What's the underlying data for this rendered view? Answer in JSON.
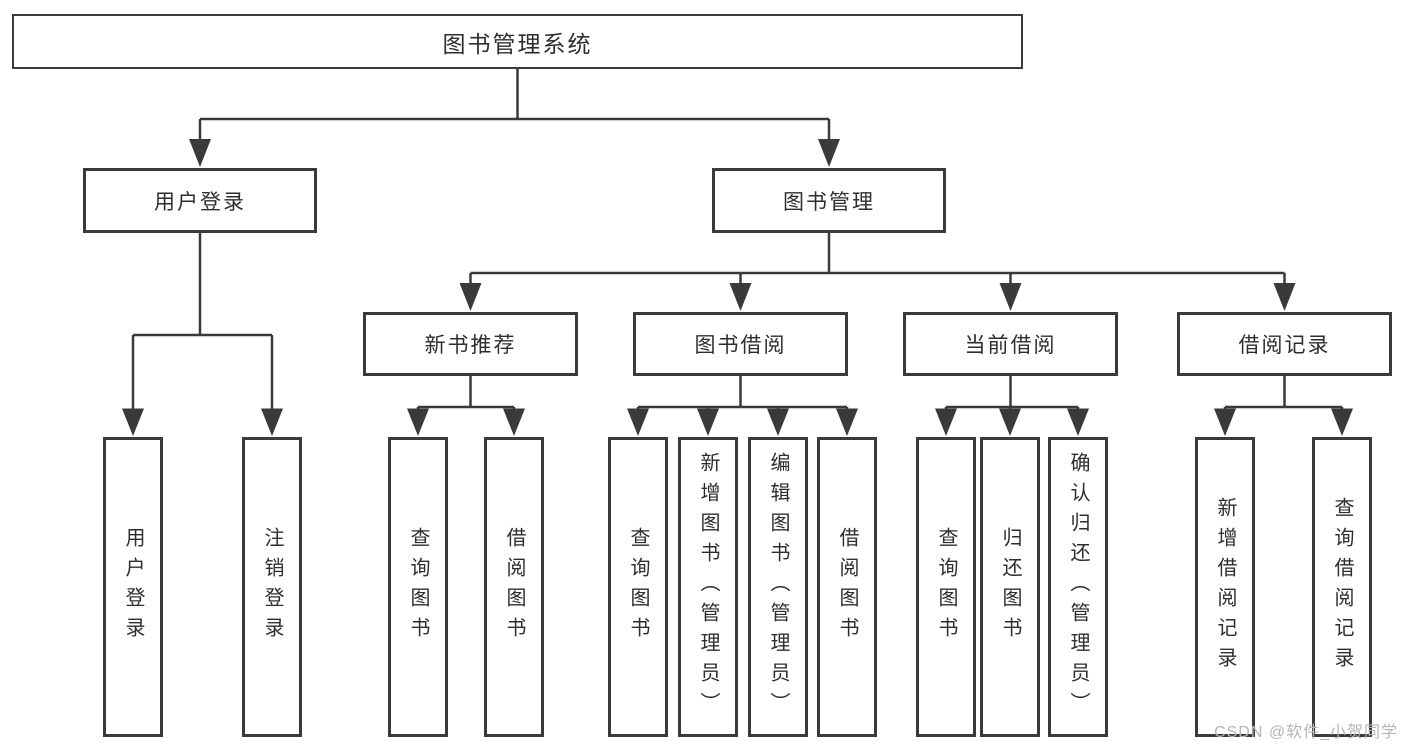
{
  "diagram": {
    "title_node": {
      "label": "图书管理系统"
    },
    "line_color": "#3a3a3a",
    "level2": [
      {
        "label": "用户登录"
      },
      {
        "label": "图书管理"
      }
    ],
    "level3": [
      {
        "label": "新书推荐",
        "parent": "图书管理"
      },
      {
        "label": "图书借阅",
        "parent": "图书管理"
      },
      {
        "label": "当前借阅",
        "parent": "图书管理"
      },
      {
        "label": "借阅记录",
        "parent": "图书管理"
      }
    ],
    "leaves": [
      {
        "label": "用户登录",
        "parent": "用户登录"
      },
      {
        "label": "注销登录",
        "parent": "用户登录"
      },
      {
        "label": "查询图书",
        "parent": "新书推荐"
      },
      {
        "label": "借阅图书",
        "parent": "新书推荐"
      },
      {
        "label": "查询图书",
        "parent": "图书借阅"
      },
      {
        "label": "新增图书（管理员）",
        "parent": "图书借阅"
      },
      {
        "label": "编辑图书（管理员）",
        "parent": "图书借阅"
      },
      {
        "label": "借阅图书",
        "parent": "图书借阅"
      },
      {
        "label": "查询图书",
        "parent": "当前借阅"
      },
      {
        "label": "归还图书",
        "parent": "当前借阅"
      },
      {
        "label": "确认归还（管理员）",
        "parent": "当前借阅"
      },
      {
        "label": "新增借阅记录",
        "parent": "借阅记录"
      },
      {
        "label": "查询借阅记录",
        "parent": "借阅记录"
      }
    ]
  },
  "watermark": {
    "text": "CSDN @软件_小贺同学"
  }
}
